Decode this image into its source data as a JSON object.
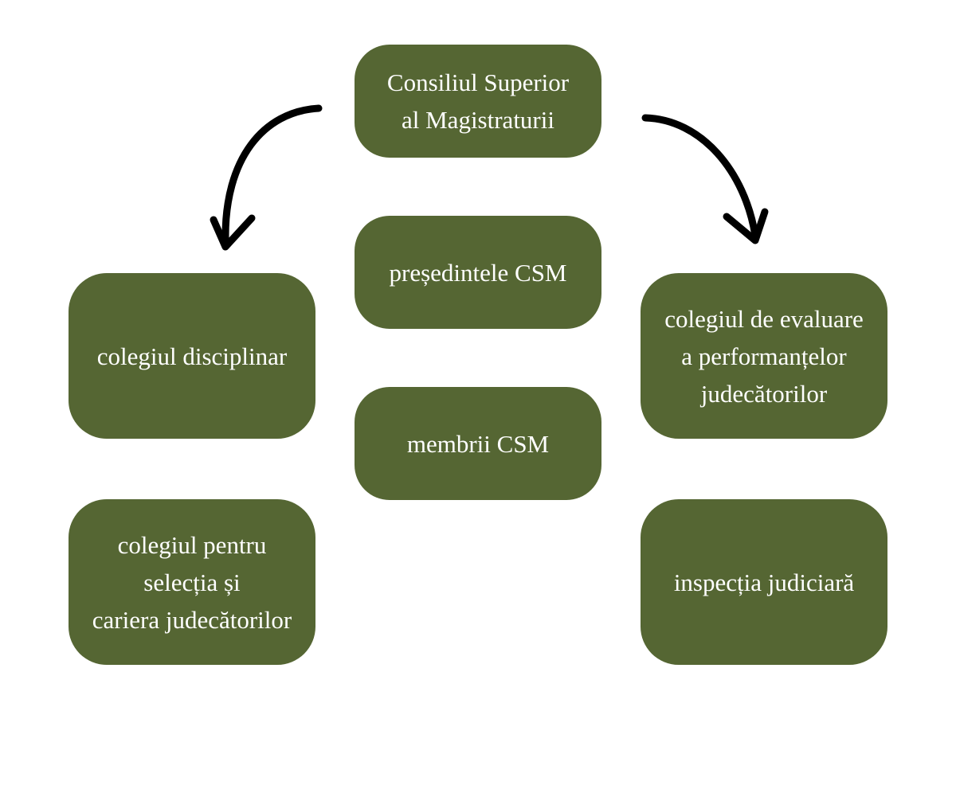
{
  "diagram": {
    "colors": {
      "box_fill": "#556633",
      "text": "#ffffff",
      "arrow": "#000000",
      "background": "#ffffff"
    },
    "root": {
      "lines": [
        "Consiliul Superior",
        "al Magistraturii"
      ]
    },
    "center_nodes": [
      {
        "lines": [
          "președintele CSM"
        ]
      },
      {
        "lines": [
          "membrii CSM"
        ]
      }
    ],
    "left_nodes": [
      {
        "lines": [
          "colegiul disciplinar"
        ]
      },
      {
        "lines": [
          "colegiul pentru",
          "selecția și",
          "cariera judecătorilor"
        ]
      }
    ],
    "right_nodes": [
      {
        "lines": [
          "colegiul de evaluare",
          "a performanțelor",
          "judecătorilor"
        ]
      },
      {
        "lines": [
          "inspecția judiciară"
        ]
      }
    ],
    "arrows": [
      {
        "from": "root",
        "to": "left_nodes",
        "icon": "curved-arrow-left-icon"
      },
      {
        "from": "root",
        "to": "right_nodes",
        "icon": "curved-arrow-right-icon"
      }
    ]
  }
}
